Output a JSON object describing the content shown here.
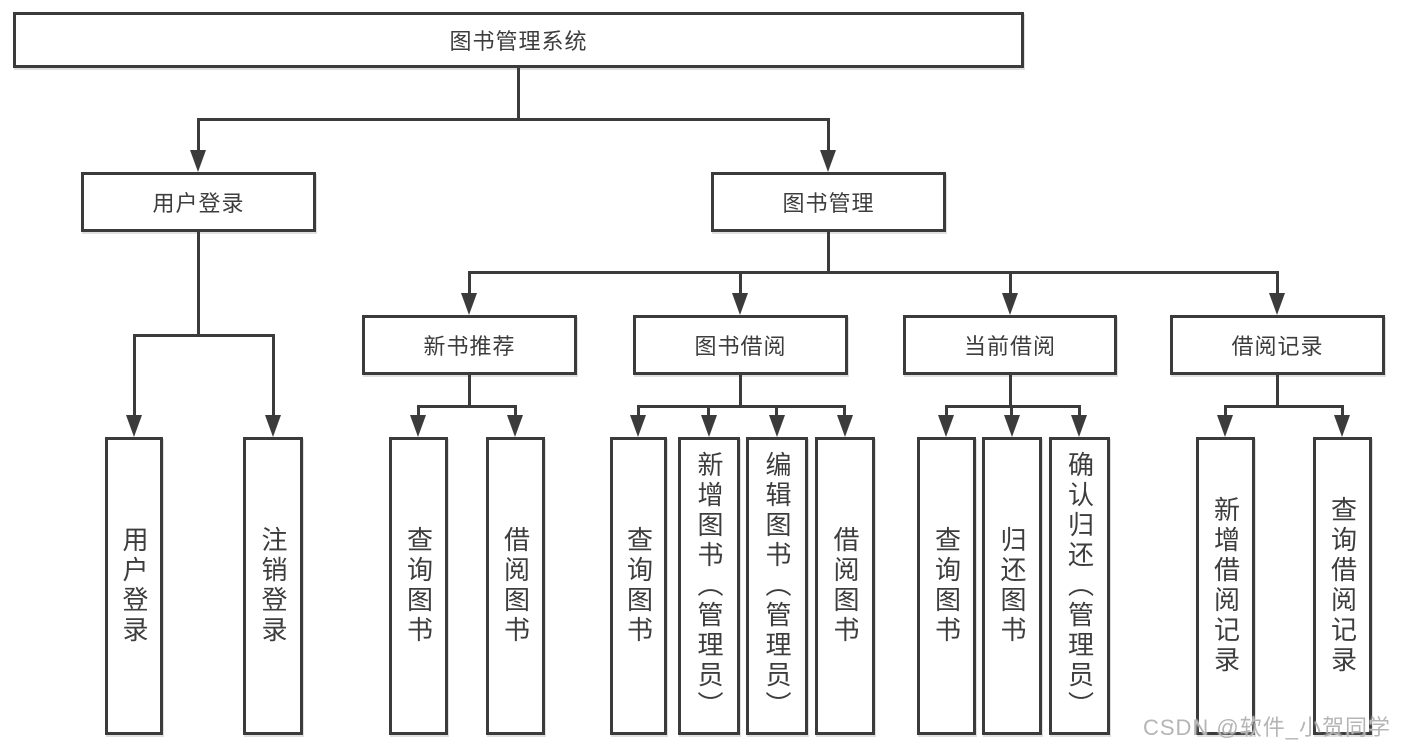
{
  "tree": {
    "root": {
      "label": "图书管理系统"
    },
    "branches": [
      {
        "label": "用户登录",
        "children": [
          {
            "label": "用户登录"
          },
          {
            "label": "注销登录"
          }
        ]
      },
      {
        "label": "图书管理",
        "children": [
          {
            "label": "新书推荐",
            "children": [
              {
                "label": "查询图书"
              },
              {
                "label": "借阅图书"
              }
            ]
          },
          {
            "label": "图书借阅",
            "children": [
              {
                "label": "查询图书"
              },
              {
                "label": "新增图书（管理员）"
              },
              {
                "label": "编辑图书（管理员）"
              },
              {
                "label": "借阅图书"
              }
            ]
          },
          {
            "label": "当前借阅",
            "children": [
              {
                "label": "查询图书"
              },
              {
                "label": "归还图书"
              },
              {
                "label": "确认归还（管理员）"
              }
            ]
          },
          {
            "label": "借阅记录",
            "children": [
              {
                "label": "新增借阅记录"
              },
              {
                "label": "查询借阅记录"
              }
            ]
          }
        ]
      }
    ]
  },
  "watermark": {
    "text": "CSDN @软件_小贺同学"
  },
  "colors": {
    "line": "#3b3b3b",
    "text": "#3d3d3d",
    "watermark": "#b5b5b5",
    "background": "#ffffff"
  }
}
